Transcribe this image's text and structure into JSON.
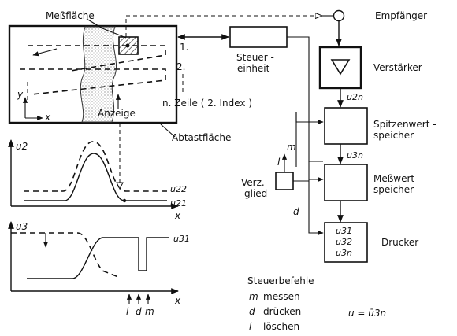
{
  "labels": {
    "messflaeche": "Meßfläche",
    "empfaenger": "Empfänger",
    "steuer_line1": "Steuer -",
    "steuer_line2": "einheit",
    "verstaerker": "Verstärker",
    "spitzen_line1": "Spitzenwert -",
    "spitzen_line2": "speicher",
    "messwert_line1": "Meßwert -",
    "messwert_line2": "speicher",
    "drucker": "Drucker",
    "verz_line1": "Verz.-",
    "verz_line2": "glied",
    "zeile1": "1.",
    "zeile2": "2.",
    "zeile_n": "n. Zeile ( 2. Index )",
    "anzeige": "Anzeige",
    "abtastflaeche": "Abtastfläche",
    "u2n": "u2n",
    "u3n": "u3n",
    "axis_y": "y",
    "axis_x": "x",
    "sig_m": "m",
    "sig_l": "l",
    "sig_d": "d"
  },
  "drucker_values": [
    "u31",
    "u32",
    "u3n"
  ],
  "plot_top": {
    "ylabel": "u2",
    "xlabel": "x",
    "curve_dashed": "u22",
    "curve_solid": "u21"
  },
  "plot_bottom": {
    "ylabel": "u3",
    "xlabel": "x",
    "curve_label": "u31",
    "marks": [
      "l",
      "d",
      "m"
    ]
  },
  "commands": {
    "title": "Steuerbefehle",
    "items": [
      {
        "sym": "m",
        "text": "messen"
      },
      {
        "sym": "d",
        "text": "drücken"
      },
      {
        "sym": "l",
        "text": "löschen"
      }
    ],
    "formula": "u = ū3n"
  }
}
